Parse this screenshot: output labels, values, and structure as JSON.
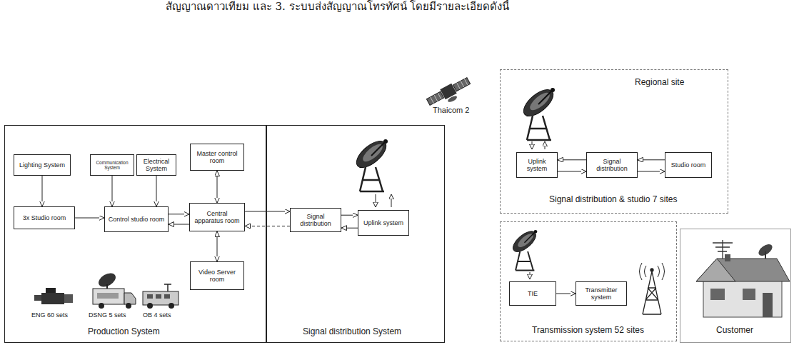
{
  "diagram": {
    "nodes": [
      {
        "text": [
          "Production System"
        ]
      },
      {
        "text": [
          "Lighting System"
        ],
        "in": 0
      },
      {
        "text": [
          "Communication System"
        ],
        "in": 0
      },
      {
        "text": [
          "Electrical System"
        ],
        "in": 0
      },
      {
        "text": [
          "Master control room"
        ],
        "in": 0
      },
      {
        "text": [
          "3x Studio room"
        ],
        "in": 0
      },
      {
        "text": [
          "Control studio room"
        ],
        "in": 0
      },
      {
        "text": [
          "Central apparatus room"
        ],
        "in": 0
      },
      {
        "text": [
          "Video Server room"
        ],
        "in": 0
      },
      {
        "text": [
          "Signal distribution System"
        ]
      },
      {
        "text": [
          "Signal distribution"
        ],
        "in": 9
      },
      {
        "text": [
          "Uplink system"
        ],
        "in": 9
      },
      {
        "text": [
          "Regional site",
          "Signal distribution & studio 7 sites"
        ]
      },
      {
        "text": [
          "Uplink system"
        ],
        "in": 12
      },
      {
        "text": [
          "Signal distribution"
        ],
        "in": 12
      },
      {
        "text": [
          "Studio room"
        ],
        "in": 12
      },
      {
        "text": [
          "Transmission system 52 sites"
        ]
      },
      {
        "text": [
          "TIE"
        ],
        "in": 16
      },
      {
        "text": [
          "Transmitter system"
        ],
        "in": 16
      },
      {
        "text": [
          "Customer"
        ]
      }
    ],
    "edges": [
      {
        "from": 1,
        "to": 5,
        "arrow": "to"
      },
      {
        "from": 2,
        "to": 6,
        "arrow": "to"
      },
      {
        "from": 3,
        "to": 6,
        "arrow": "to"
      },
      {
        "from": 5,
        "to": 6,
        "arrow": "to"
      },
      {
        "from": 6,
        "to": 7,
        "arrow": "to"
      },
      {
        "from": 7,
        "to": 6,
        "arrow": "to"
      },
      {
        "from": 4,
        "to": 7,
        "arrow": "both"
      },
      {
        "from": 7,
        "to": 8,
        "arrow": "both"
      },
      {
        "from": 7,
        "to": 10,
        "arrow": "to"
      },
      {
        "from": 10,
        "to": 7,
        "arrow": "to"
      },
      {
        "from": 10,
        "to": 11,
        "arrow": "to"
      },
      {
        "from": 11,
        "to": 10,
        "arrow": "to"
      },
      {
        "from": 14,
        "to": 13,
        "arrow": "to"
      },
      {
        "from": 13,
        "to": 14,
        "arrow": "to"
      },
      {
        "from": 15,
        "to": 14,
        "arrow": "to"
      },
      {
        "from": 14,
        "to": 15,
        "arrow": "to"
      },
      {
        "from": 17,
        "to": 18,
        "arrow": "to"
      }
    ],
    "labels": [
      "สัญญาณดาวเทียม และ 3. ระบบส่งสัญญาณโทรทัศน์ โดยมีรายละเอียดดังนี้",
      "Thaicom 2",
      "ENG 60 sets",
      "DSNG 5 sets",
      "OB 4 sets"
    ]
  }
}
